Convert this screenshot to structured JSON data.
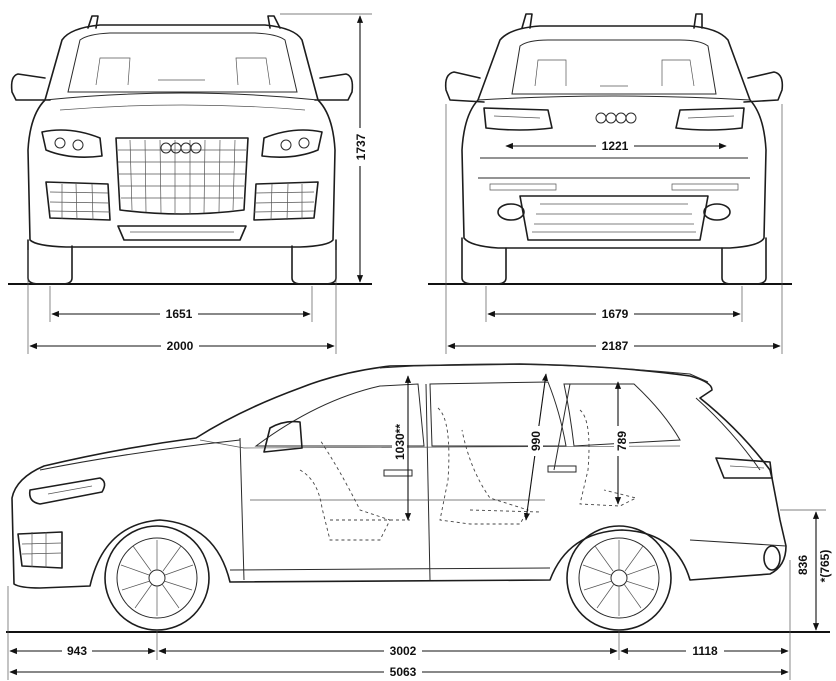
{
  "views": {
    "front": {
      "track_width": "1651",
      "overall_width": "2000",
      "height": "1737"
    },
    "rear": {
      "boot_opening": "1221",
      "track_width": "1679",
      "overall_width_mirrors": "2187"
    },
    "side": {
      "front_overhang": "943",
      "wheelbase": "3002",
      "rear_overhang": "1118",
      "overall_length": "5063",
      "front_headroom": "1030**",
      "rear_headroom": "990",
      "third_row_headroom": "789",
      "load_height": "836",
      "load_height_alt": "*(765)"
    }
  }
}
